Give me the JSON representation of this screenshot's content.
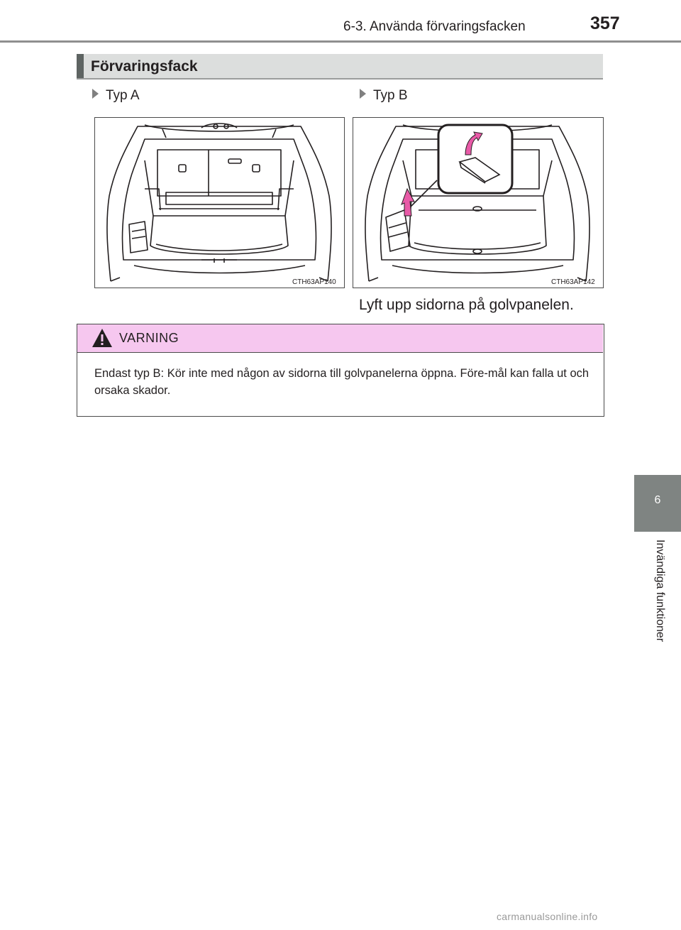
{
  "header": {
    "title": "6-3. Använda förvaringsfacken",
    "page_number": "357"
  },
  "side_tab": {
    "chapter_number": "6",
    "chapter_title": "Invändiga funktioner"
  },
  "section": {
    "title": "Förvaringsfack"
  },
  "figures": [
    {
      "label": "Typ A",
      "code": "CTH63AP140"
    },
    {
      "label": "Typ B",
      "code": "CTH63AP142"
    }
  ],
  "caption": "Lyft upp sidorna på golvpanelen.",
  "warning": {
    "title": "VARNING",
    "text": "Endast typ B: Kör inte med någon av sidorna till golvpanelerna öppna. Före-mål kan falla ut och orsaka skador."
  },
  "watermark": "carmanualsonline.info",
  "colors": {
    "warning_header": "#f6c7ef",
    "side_tab": "#7f8482",
    "section_bar": "#5e6462",
    "arrow": "#e85aa7"
  }
}
